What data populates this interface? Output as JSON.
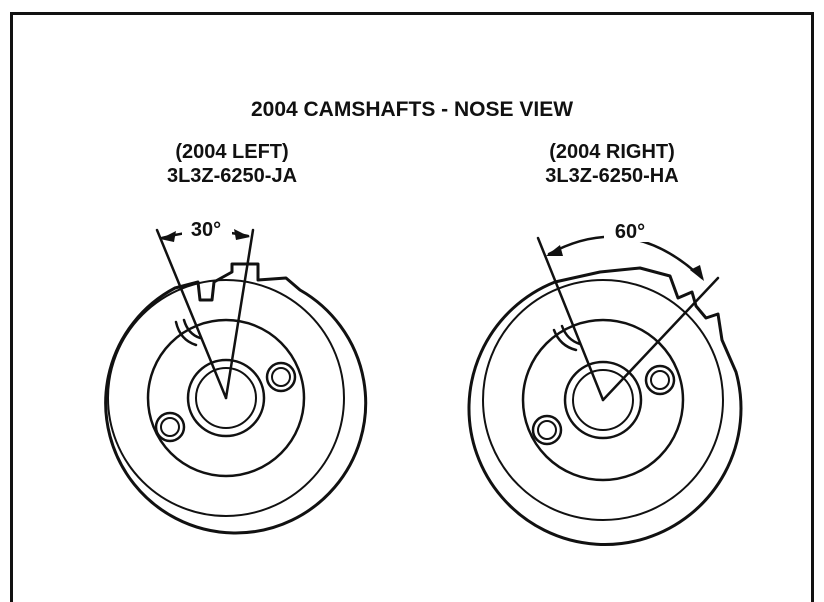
{
  "title": "2004 CAMSHAFTS - NOSE VIEW",
  "left_cam": {
    "label": "(2004 LEFT)",
    "part_number": "3L3Z-6250-JA",
    "angle": "30°"
  },
  "right_cam": {
    "label": "(2004 RIGHT)",
    "part_number": "3L3Z-6250-HA",
    "angle": "60°"
  }
}
